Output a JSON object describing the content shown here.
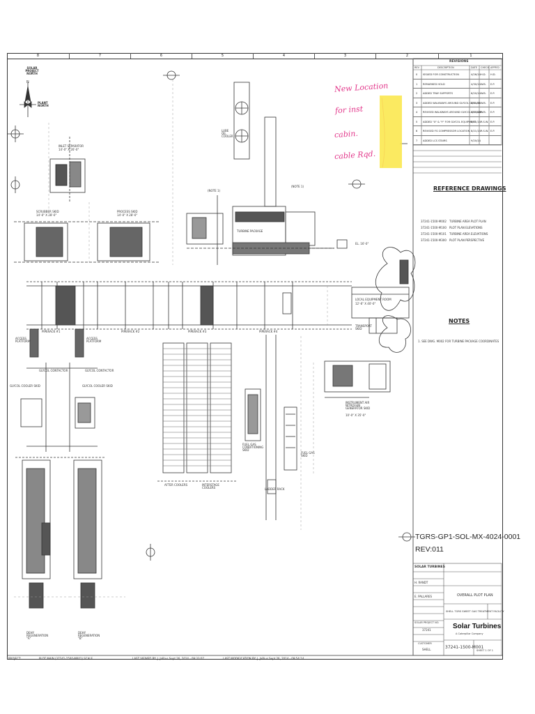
{
  "handwritten": {
    "line1": "New Location",
    "line2": "for inst",
    "line3": "cabin.",
    "line4": "cable Rqd."
  },
  "north": {
    "solar_north": "SOLAR PROJECT NORTH",
    "plant_north": "PLANT NORTH",
    "n": "N"
  },
  "column_markers": [
    "8",
    "7",
    "6",
    "5",
    "4",
    "3",
    "2",
    "1"
  ],
  "revisions": {
    "title": "REVISIONS",
    "headers": [
      "REV",
      "DESCRIPTION",
      "DATE",
      "CHECK",
      "APPR'D"
    ],
    "rows": [
      [
        "0",
        "ISSUED FOR CONSTRUCTION",
        "4/26/14",
        "H.D.",
        "H.D."
      ],
      [
        "1",
        "REMARKED HOLD",
        "4/30/14",
        "W.B.",
        "E.P."
      ],
      [
        "2",
        "ADDED TRAY SUPPORTS",
        "6/20/14",
        "W.B.",
        "E.P."
      ],
      [
        "3",
        "ADDED WALKWAYS AROUND GLYCOL COOLER",
        "8/21/14",
        "W.B.",
        "E.P."
      ],
      [
        "4",
        "REVISED WALKWAYS AROUND GLYCOL COOLER",
        "8/21/14",
        "W.B.",
        "E.P."
      ],
      [
        "5",
        "ADDED \"X\" & \"Y\" FOR GLYCOL EQUIPMENT",
        "8/21/14",
        "R.S.W.",
        "E.P."
      ],
      [
        "6",
        "REVISED FG COMPRESSOR LOCATION",
        "8/21/14",
        "R.S.W.",
        "E.P."
      ],
      [
        "7",
        "ADDED LCS STAIRS",
        "9/20/14",
        "",
        ""
      ]
    ]
  },
  "reference_drawings": {
    "title": "REFERENCE DRAWINGS",
    "items": [
      {
        "number": "37241-1500-M002",
        "desc": "TURBINE AREA PLOT PLAN"
      },
      {
        "number": "37241-1500-M100",
        "desc": "PLOT PLAN ELEVATIONS"
      },
      {
        "number": "37241-1500-M101",
        "desc": "TURBINE AREA ELEVATIONS"
      },
      {
        "number": "37241-1500-M300",
        "desc": "PLOT PLAN PERSPECTIVE"
      }
    ]
  },
  "notes": {
    "title": "NOTES",
    "items": [
      "1. SEE DWG. M002 FOR TURBINE PACKAGE COORDINATES"
    ]
  },
  "doc_id": {
    "number": "TGRS-GP1-SOL-MX-4024-0001",
    "rev": "REV:011"
  },
  "title_block": {
    "company": "SOLAR TURBINES",
    "title": "OVERALL PLOT PLAN",
    "subtitle": "SHELL TGRS SWEET GAS TREATMENT FACILITY",
    "logo": "Solar Turbines",
    "logo_sub": "A Caterpillar Company",
    "drawing_no": "37241-1500-M001",
    "sheet": "SHEET 1 OF 1",
    "customer_label": "CUSTOMER",
    "customer": "SHELL",
    "project_label": "SOLAR PROJECT NO.",
    "project_no": "37241",
    "drawn_by": "H. RANDT",
    "checked_by": "E. PALLARES"
  },
  "labels": {
    "inlet_separator": "INLET SEPARATOR",
    "scrubber_skid": "SCRUBBER SKID",
    "process_skid": "PROCESS SKID",
    "lube_oil_cooler": "LUBE OIL COOLER",
    "turbine_package": "TURBINE PACKAGE",
    "local_equipment_room": "LOCAL EQUIPMENT ROOM",
    "transport_skid": "TRANSPORT SKID",
    "glycol_contactor_a": "GLYCOL CONTACTOR",
    "glycol_contactor_b": "GLYCOL CONTACTOR",
    "glycol_cooler_skid_1": "GLYCOL COOLER SKID",
    "glycol_cooler_skid_2": "GLYCOL COOLER SKID",
    "aftercoolers": "AFTER COOLERS",
    "interstage_coolers": "INTERSTAGE COOLERS",
    "fuel_gas_skid": "FUEL GAS SKID",
    "ladder_rack": "LADDER RACK",
    "fuel_gas_conditioning": "FUEL GAS CONDITIONING SKID",
    "instrument_air": "INSTRUMENT AIR NITROGEN GENERATOR SKID",
    "dehydration_a": "DEHY REGENERATION \"A\"",
    "dehydration_b": "DEHY REGENERATION \"B\"",
    "pipe_rack_1": "PIPERACK #1",
    "pipe_rack_2": "PIPERACK #2",
    "pipe_rack_3": "PIPERACK #3",
    "pipe_rack_4": "PIPERACK #4",
    "access_platform_1": "ACCESS PLATFORM",
    "access_platform_2": "ACCESS PLATFORM",
    "note1": "(NOTE 1)",
    "note1b": "(NOTE 1)",
    "elev_el": "EL. 16'-0\"",
    "dim_a": "14'-0\" X 26'-0\"",
    "dim_b": "14'-0\" X 28'-0\"",
    "dim_c": "12'-6\" X 40'-0\"",
    "dim_d": "10'-0\" X 35'-0\""
  },
  "footer": {
    "project": "PROJECT:",
    "plot": "PLOT MAIN (37241-1500-M001) SCALE",
    "last_viewed": "LAST VIEWED BY: J. JaRius  Sept 26, 2014 - 09:33:07",
    "last_modified": "LAST MODIFICATION BY: J. JaRius  Sept 26, 2014 - 09:54:14"
  }
}
